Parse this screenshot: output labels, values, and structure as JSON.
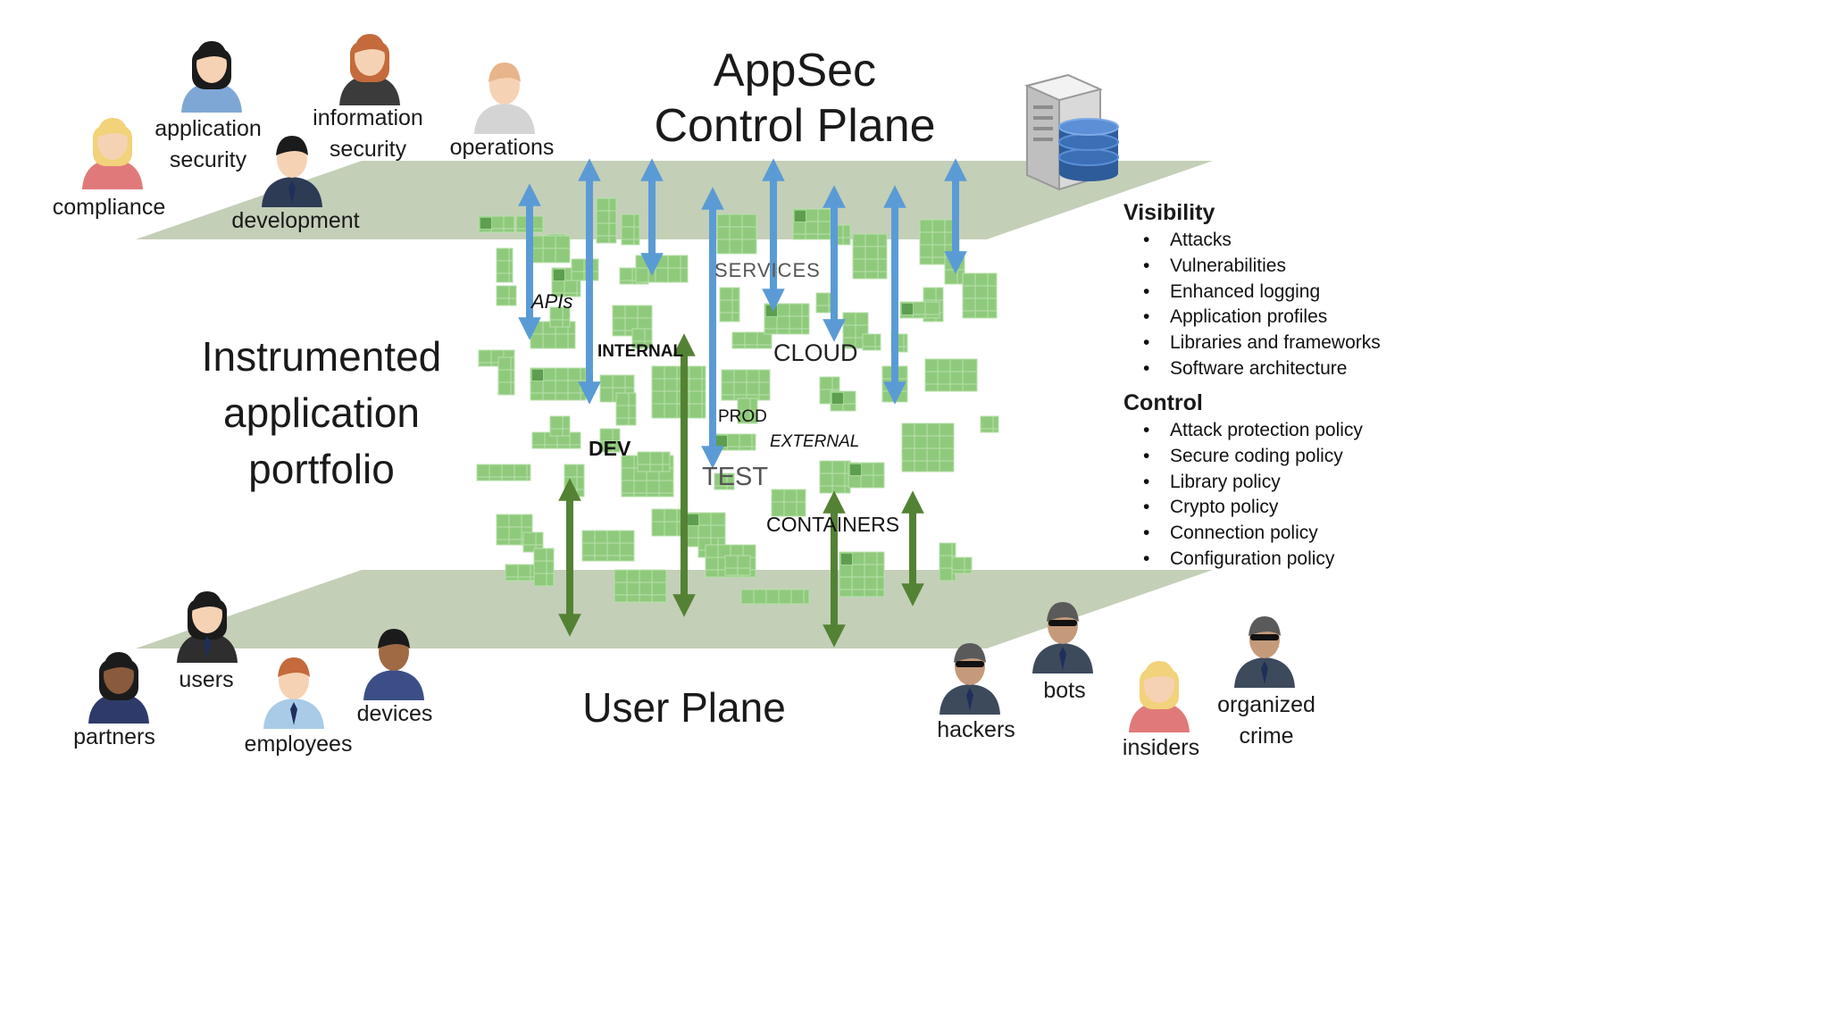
{
  "colors": {
    "plane": "#c3cfb7",
    "tile": "#8fca7c",
    "tile_dark": "#5e9e50",
    "arrow_blue": "#5b9bd5",
    "arrow_green": "#548235"
  },
  "control_plane": {
    "title_line1": "AppSec",
    "title_line2": "Control Plane",
    "icon": "server-database-icon"
  },
  "user_plane": {
    "title": "User Plane"
  },
  "portfolio": {
    "title_line1": "Instrumented",
    "title_line2": "application",
    "title_line3": "portfolio",
    "labels": {
      "apis": "APIs",
      "services": "SERVICES",
      "internal": "INTERNAL",
      "cloud": "CLOUD",
      "prod": "PROD",
      "dev": "DEV",
      "external": "EXTERNAL",
      "test": "TEST",
      "containers": "CONTAINERS"
    }
  },
  "control_people": {
    "compliance": "compliance",
    "application_security_1": "application",
    "application_security_2": "security",
    "information_security_1": "information",
    "information_security_2": "security",
    "operations": "operations",
    "development": "development"
  },
  "user_people": {
    "partners": "partners",
    "users": "users",
    "employees": "employees",
    "devices": "devices",
    "hackers": "hackers",
    "bots": "bots",
    "insiders": "insiders",
    "organized_crime_1": "organized",
    "organized_crime_2": "crime"
  },
  "visibility": {
    "title": "Visibility",
    "items": [
      "Attacks",
      "Vulnerabilities",
      "Enhanced logging",
      "Application profiles",
      "Libraries and frameworks",
      "Software architecture"
    ]
  },
  "control": {
    "title": "Control",
    "items": [
      "Attack protection policy",
      "Secure coding policy",
      "Library policy",
      "Crypto policy",
      "Connection policy",
      "Configuration policy"
    ]
  }
}
